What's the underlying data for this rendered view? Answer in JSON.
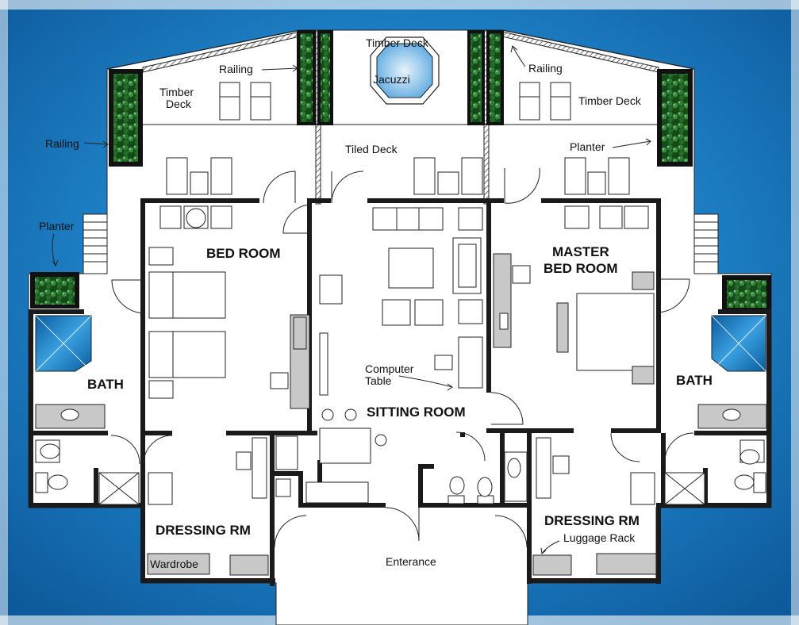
{
  "labels": {
    "timber_deck_top": "Timber Deck",
    "jacuzzi": "Jacuzzi",
    "railing_left": "Railing",
    "railing_right": "Railing",
    "railing_side": "Railing",
    "timber_deck_left": "Timber",
    "timber_deck_left_2": "Deck",
    "timber_deck_right": "Timber Deck",
    "tiled_deck": "Tiled Deck",
    "planter_right": "Planter",
    "planter_left": "Planter",
    "bed_room": "BED ROOM",
    "master_bed_room_1": "MASTER",
    "master_bed_room_2": "BED ROOM",
    "bath_left": "BATH",
    "bath_right": "BATH",
    "computer_table_1": "Computer",
    "computer_table_2": "Table",
    "sitting_room": "SITTING ROOM",
    "dressing_left": "DRESSING RM",
    "dressing_right": "DRESSING RM",
    "luggage_rack": "Luggage Rack",
    "wardrobe": "Wardrobe",
    "entrance": "Enterance"
  },
  "colors": {
    "water": "#1e7fc4",
    "planter": "#1e5a22",
    "wall": "#1a1a1a",
    "furniture_grey": "#c8c8c8"
  }
}
